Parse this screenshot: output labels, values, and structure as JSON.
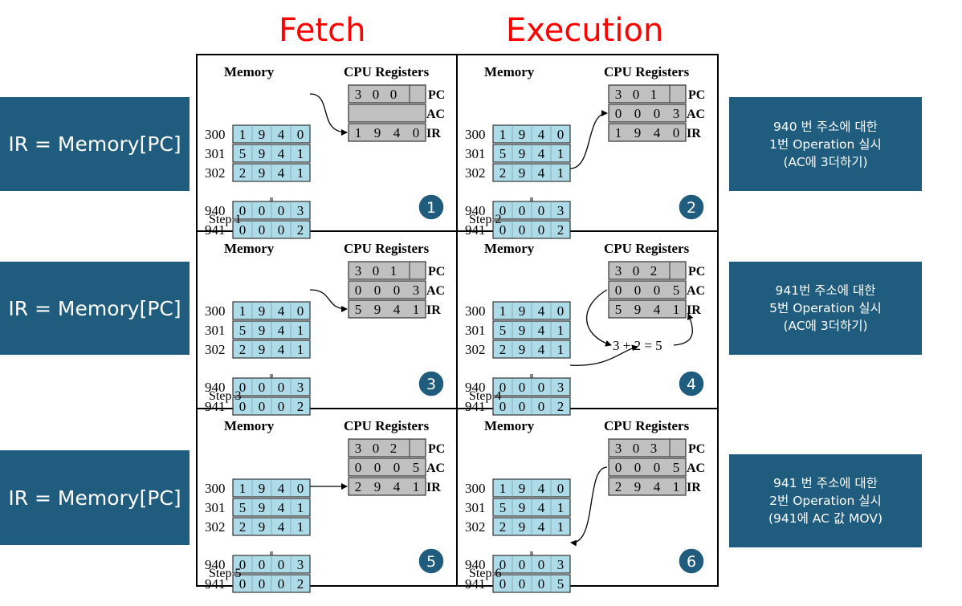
{
  "headers": {
    "fetch": "Fetch",
    "execution": "Execution"
  },
  "left_labels": [
    "IR = Memory[PC]",
    "IR = Memory[PC]",
    "IR = Memory[PC]"
  ],
  "right_labels": [
    [
      "940 번 주소에 대한",
      "1번 Operation 실시",
      "(AC에 3더하기)"
    ],
    [
      "941번 주소에 대한",
      "5번 Operation 실시",
      "(AC에 3더하기)"
    ],
    [
      "941 번 주소에 대한",
      "2번 Operation 실시",
      "(941에 AC 값 MOV)"
    ]
  ],
  "panel_text": {
    "memory": "Memory",
    "cpu": "CPU Registers",
    "pc": "PC",
    "ac": "AC",
    "ir": "IR"
  },
  "addresses": [
    "300",
    "301",
    "302",
    "940",
    "941"
  ],
  "calc": "3 + 2 = 5",
  "colors": {
    "memory_cell": "#aedbe8",
    "register_cell": "#c0c0c0",
    "badge": "#1f5c7e",
    "side_box": "#1f5c7e",
    "header": "#ff0000"
  },
  "steps": [
    {
      "label": "Step 1",
      "badge": "1",
      "mem": [
        "1940",
        "5941",
        "2941",
        "0003",
        "0002"
      ],
      "pc": "300",
      "ac": "",
      "ir": "1940"
    },
    {
      "label": "Step 2",
      "badge": "2",
      "mem": [
        "1940",
        "5941",
        "2941",
        "0003",
        "0002"
      ],
      "pc": "301",
      "ac": "0003",
      "ir": "1940"
    },
    {
      "label": "Step 3",
      "badge": "3",
      "mem": [
        "1940",
        "5941",
        "2941",
        "0003",
        "0002"
      ],
      "pc": "301",
      "ac": "0003",
      "ir": "5941"
    },
    {
      "label": "Step 4",
      "badge": "4",
      "mem": [
        "1940",
        "5941",
        "2941",
        "0003",
        "0002"
      ],
      "pc": "302",
      "ac": "0005",
      "ir": "5941"
    },
    {
      "label": "Step 5",
      "badge": "5",
      "mem": [
        "1940",
        "5941",
        "2941",
        "0003",
        "0002"
      ],
      "pc": "302",
      "ac": "0005",
      "ir": "2941"
    },
    {
      "label": "Step 6",
      "badge": "6",
      "mem": [
        "1940",
        "5941",
        "2941",
        "0003",
        "0005"
      ],
      "pc": "303",
      "ac": "0005",
      "ir": "2941"
    }
  ]
}
